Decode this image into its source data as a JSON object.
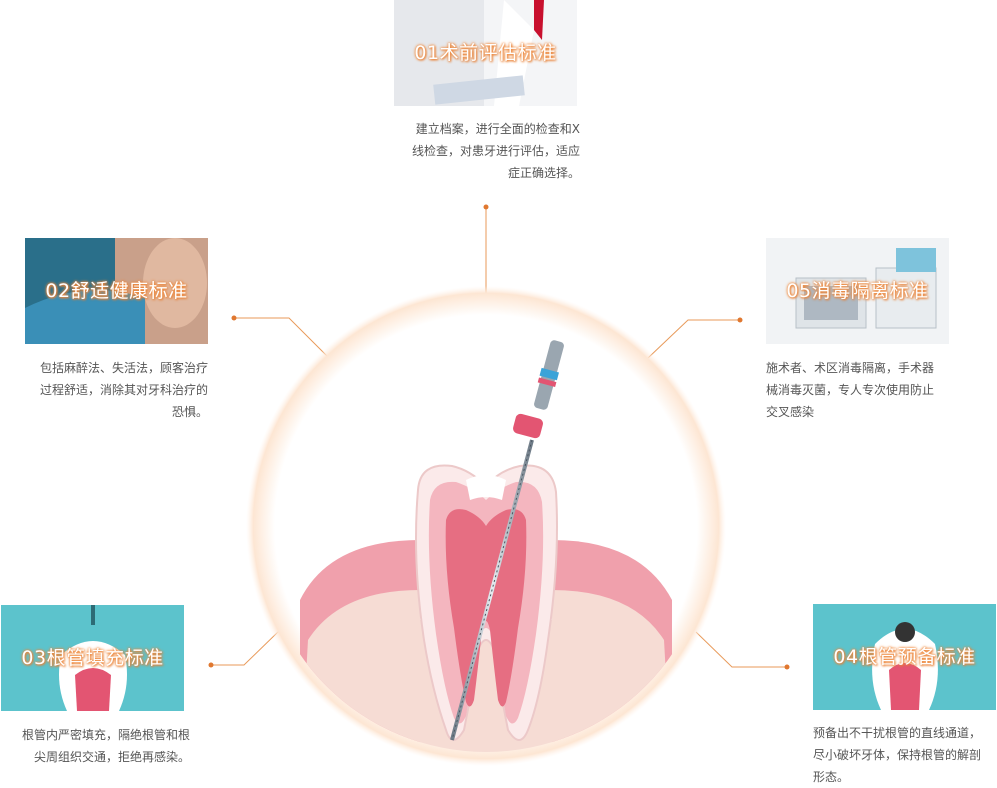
{
  "steps": [
    {
      "title": "01术前评估标准",
      "lines": [
        "建立档案，进行全面的检查和X",
        "线检查，对患牙进行评估，适应",
        "症正确选择。"
      ]
    },
    {
      "title": "02舒适健康标准",
      "lines": [
        "包括麻醉法、失活法，顾客治疗",
        "过程舒适，消除其对牙科治疗的",
        "恐惧。"
      ]
    },
    {
      "title": "03根管填充标准",
      "lines": [
        "根管内严密填充，隔绝根管和根",
        "尖周组织交通，拒绝再感染。"
      ]
    },
    {
      "title": "04根管预备标准",
      "lines": [
        "预备出不干扰根管的直线通道，",
        "尽小破坏牙体，保持根管的解剖",
        "形态。"
      ]
    },
    {
      "title": "05消毒隔离标准",
      "lines": [
        "施术者、术区消毒隔离，手术器",
        "械消毒灭菌，专人专次使用防止",
        "交叉感染"
      ]
    }
  ],
  "colors": {
    "accent": "#f08b3e",
    "line": "#e89a5a",
    "text": "#555555",
    "teal": "#5cc3cc",
    "gum": "#f0a0ac",
    "pulp": "#e66e82"
  }
}
